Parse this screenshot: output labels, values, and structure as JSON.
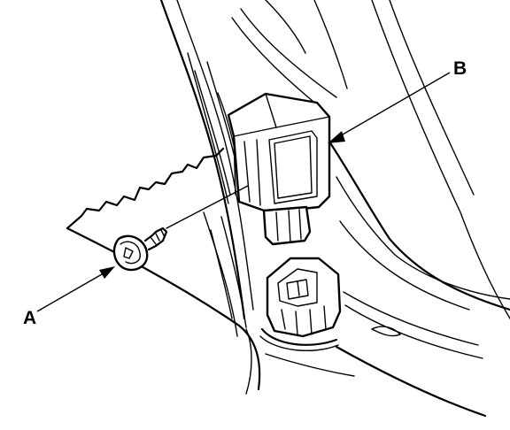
{
  "diagram": {
    "callouts": [
      {
        "id": "A",
        "label": "A",
        "target": "bolt"
      },
      {
        "id": "B",
        "label": "B",
        "target": "sensor"
      }
    ],
    "colors": {
      "ink": "#000000",
      "paper": "#ffffff"
    }
  }
}
